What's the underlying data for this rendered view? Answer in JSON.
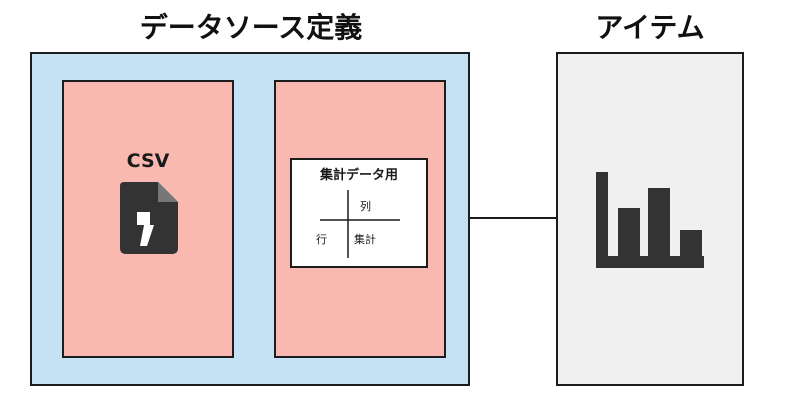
{
  "datasource": {
    "title": "データソース定義",
    "csv_label": "CSV",
    "file_icon": "csv-file-icon",
    "aggregation": {
      "title": "集計データ用",
      "column_label": "列",
      "row_label": "行",
      "value_label": "集計"
    }
  },
  "item": {
    "title": "アイテム",
    "icon": "bar-chart-icon"
  },
  "colors": {
    "datasource_bg": "#c4e2f4",
    "panel_bg": "#f9b8b0",
    "item_bg": "#f0f0f0",
    "icon": "#333333",
    "border": "#1c1c1c"
  }
}
